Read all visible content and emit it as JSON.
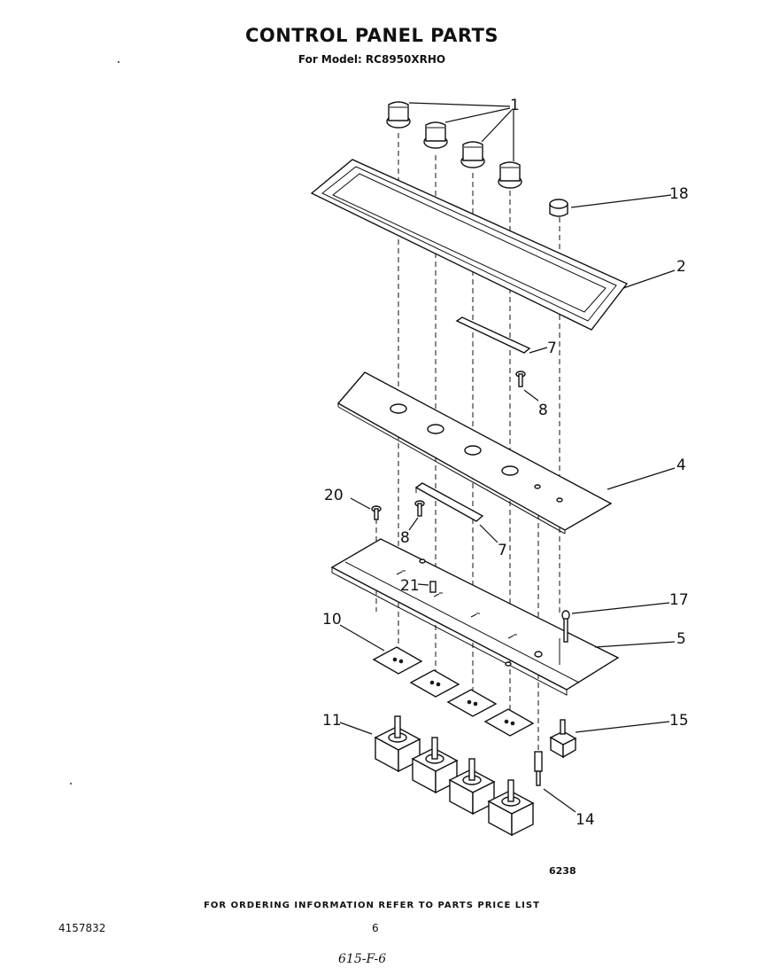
{
  "header": {
    "title": "CONTROL PANEL PARTS",
    "model_line": "For Model: RC8950XRHO"
  },
  "diagram": {
    "figure_id": "6238",
    "callouts": [
      {
        "id": "1",
        "label": "1"
      },
      {
        "id": "18",
        "label": "18"
      },
      {
        "id": "2",
        "label": "2"
      },
      {
        "id": "7a",
        "label": "7"
      },
      {
        "id": "8a",
        "label": "8"
      },
      {
        "id": "4",
        "label": "4"
      },
      {
        "id": "20",
        "label": "20"
      },
      {
        "id": "8b",
        "label": "8"
      },
      {
        "id": "7b",
        "label": "7"
      },
      {
        "id": "21",
        "label": "21"
      },
      {
        "id": "17",
        "label": "17"
      },
      {
        "id": "10",
        "label": "10"
      },
      {
        "id": "5",
        "label": "5"
      },
      {
        "id": "11",
        "label": "11"
      },
      {
        "id": "15",
        "label": "15"
      },
      {
        "id": "14",
        "label": "14"
      }
    ]
  },
  "footer": {
    "ordering_note": "FOR ORDERING INFORMATION REFER TO PARTS PRICE LIST",
    "doc_number": "4157832",
    "page_number": "6",
    "handwritten_note": "615-F-6"
  }
}
